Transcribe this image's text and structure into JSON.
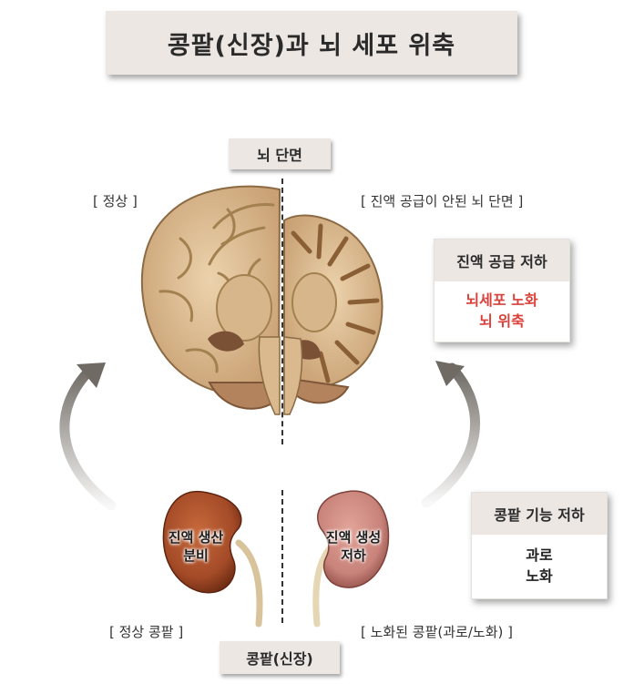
{
  "title": "콩팥(신장)과 뇌 세포 위축",
  "brain_section_label": "뇌 단면",
  "kidney_section_label": "콩팥(신장)",
  "captions": {
    "normal_brain": "[ 정상 ]",
    "affected_brain": "[ 진액 공급이 안된 뇌 단면 ]",
    "normal_kidney": "[ 정상 콩팥 ]",
    "aged_kidney": "[ 노화된 콩팥(과로/노화) ]"
  },
  "kidney_labels": {
    "normal": [
      "진액 생산",
      "분비"
    ],
    "aged": [
      "진액 생성",
      "저하"
    ]
  },
  "brain_card": {
    "header": "진액 공급 저하",
    "lines": [
      "뇌세포 노화",
      "뇌 위축"
    ],
    "body_color": "#d9413a"
  },
  "kidney_card": {
    "header": "콩팥 기능 저하",
    "lines": [
      "과로",
      "노화"
    ],
    "body_color": "#1e1e1e"
  },
  "colors": {
    "box_bg": "#ece7e3",
    "brain_fill": "#e3c59c",
    "normal_kidney": "#a34a27",
    "aged_kidney": "#c8837a",
    "arrow": "#6f6a64"
  }
}
